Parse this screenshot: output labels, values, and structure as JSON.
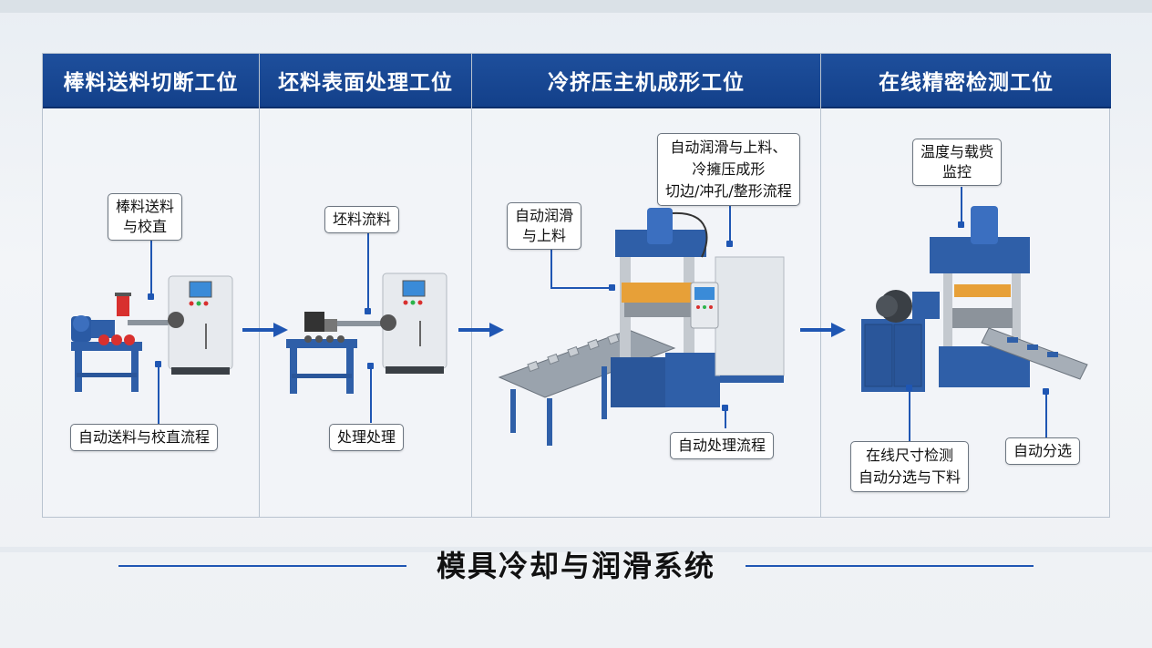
{
  "stations": [
    {
      "header": "棒料送料切断工位",
      "callouts": [
        "棒料送料\n与校直",
        "自动送料与校直流程"
      ]
    },
    {
      "header": "坯料表面处理工位",
      "callouts": [
        "坯料流料",
        "处理处理"
      ]
    },
    {
      "header": "冷挤压主机成形工位",
      "callouts": [
        "自动润滑与上料、\n冷擁压成形\n切边/冲孔/整形流程",
        "自动润滑\n与上料",
        "自动处理流程"
      ]
    },
    {
      "header": "在线精密检测工位",
      "callouts": [
        "温度与载赀\n监控",
        "在线尺寸检测\n自动分选与下料",
        "自动分选"
      ]
    }
  ],
  "bottom_title": "模具冷却与润滑系统",
  "colors": {
    "header_blue": "#13408a",
    "accent_blue": "#1f56b3",
    "machine_blue": "#2f5fa8"
  }
}
